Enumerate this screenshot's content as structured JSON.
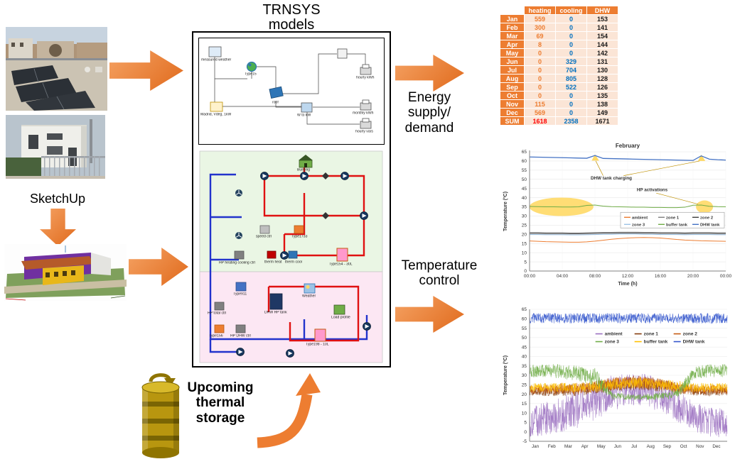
{
  "labels": {
    "trnsys_line1": "TRNSYS",
    "trnsys_line2": "models",
    "sketchup": "SketchUp",
    "energy_line1": "Energy",
    "energy_line2": "supply/",
    "energy_line3": "demand",
    "temp_line1": "Temperature",
    "temp_line2": "control",
    "storage_line1": "Upcoming",
    "storage_line2": "thermal",
    "storage_line3": "storage"
  },
  "table": {
    "headers": [
      "",
      "heating",
      "cooling",
      "DHW"
    ],
    "rows": [
      {
        "month": "Jan",
        "heating": 559,
        "cooling": 0,
        "dhw": 153
      },
      {
        "month": "Feb",
        "heating": 300,
        "cooling": 0,
        "dhw": 141
      },
      {
        "month": "Mar",
        "heating": 69,
        "cooling": 0,
        "dhw": 154
      },
      {
        "month": "Apr",
        "heating": 8,
        "cooling": 0,
        "dhw": 144
      },
      {
        "month": "May",
        "heating": 0,
        "cooling": 0,
        "dhw": 142
      },
      {
        "month": "Jun",
        "heating": 0,
        "cooling": 329,
        "dhw": 131
      },
      {
        "month": "Jul",
        "heating": 0,
        "cooling": 704,
        "dhw": 130
      },
      {
        "month": "Aug",
        "heating": 0,
        "cooling": 805,
        "dhw": 128
      },
      {
        "month": "Sep",
        "heating": 0,
        "cooling": 522,
        "dhw": 126
      },
      {
        "month": "Oct",
        "heating": 0,
        "cooling": 0,
        "dhw": 135
      },
      {
        "month": "Nov",
        "heating": 115,
        "cooling": 0,
        "dhw": 138
      },
      {
        "month": "Dec",
        "heating": 569,
        "cooling": 0,
        "dhw": 149
      }
    ],
    "sum": {
      "month": "SUM",
      "heating": 1618,
      "cooling": 2358,
      "dhw": 1671
    }
  },
  "schematic_top": {
    "labels": [
      "measured weather",
      "Type15",
      "Madrid, Vdeg, 1kW",
      "roof",
      "W to kW",
      "hourly kWh",
      "monthly kWh",
      "hourly vars"
    ]
  },
  "schematic_bottom": {
    "labels": [
      "Building",
      "speed ctrl",
      "Type1733",
      "HP heating cooling ctrl",
      "therm heat",
      "therm cool",
      "Type154 - 30L",
      "Type911",
      "HP total ctrl",
      "Type156",
      "HP DHW ctrl",
      "DHW HP tank",
      "Weather",
      "Load profile",
      "Type198 - 10L"
    ]
  },
  "chart_data": [
    {
      "type": "line",
      "title": "February",
      "ylabel": "Temperature (ºC)",
      "xlabel": "Time (h)",
      "ylim": [
        0,
        65
      ],
      "yticks": [
        0,
        5,
        10,
        15,
        20,
        25,
        30,
        35,
        40,
        45,
        50,
        55,
        60,
        65
      ],
      "xtick_labels": [
        "00:00",
        "04:00",
        "08:00",
        "12:00",
        "16:00",
        "20:00",
        "00:00"
      ],
      "annotations": [
        "DHW tank charging",
        "HP activations"
      ],
      "legend": [
        "ambient",
        "zone 1",
        "zone 2",
        "zone 3",
        "buffer tank",
        "DHW tank"
      ],
      "series": [
        {
          "name": "ambient",
          "color": "#ED7D31",
          "values": [
            16.4,
            16.2,
            16.0,
            15.9,
            15.8,
            15.7,
            15.7,
            15.9,
            16.3,
            16.8,
            17.3,
            17.7,
            18.0,
            18.2,
            18.3,
            18.2,
            18.0,
            17.6,
            17.2,
            16.9,
            16.7,
            16.5,
            16.4,
            16.3,
            16.2
          ]
        },
        {
          "name": "zone 1",
          "color": "#808080",
          "values": [
            21.0,
            21.0,
            20.9,
            20.9,
            20.9,
            20.8,
            20.8,
            20.9,
            21.0,
            21.1,
            21.1,
            21.2,
            21.2,
            21.2,
            21.1,
            21.1,
            21.0,
            21.0,
            21.0,
            20.9,
            21.0,
            21.0,
            21.0,
            20.9,
            20.9
          ]
        },
        {
          "name": "zone 2",
          "color": "#404040",
          "values": [
            20.5,
            20.5,
            20.4,
            20.4,
            20.4,
            20.3,
            20.3,
            20.4,
            20.5,
            20.6,
            20.6,
            20.7,
            20.7,
            20.7,
            20.6,
            20.6,
            20.5,
            20.5,
            20.5,
            20.4,
            20.5,
            20.5,
            20.5,
            20.4,
            20.4
          ]
        },
        {
          "name": "zone 3",
          "color": "#9DC3E6",
          "values": [
            19.9,
            19.9,
            19.8,
            19.8,
            19.8,
            19.7,
            19.7,
            19.8,
            19.9,
            20.0,
            20.0,
            20.1,
            20.1,
            20.1,
            20.0,
            20.0,
            19.9,
            19.9,
            19.9,
            19.8,
            19.9,
            19.9,
            19.9,
            19.8,
            19.8
          ]
        },
        {
          "name": "buffer tank",
          "color": "#70AD47",
          "values": [
            35.2,
            35.1,
            35.0,
            35.0,
            34.9,
            34.9,
            35.0,
            35.8,
            36.0,
            35.4,
            35.1,
            35.0,
            34.9,
            34.8,
            34.8,
            34.7,
            34.7,
            34.6,
            34.6,
            34.8,
            35.9,
            36.0,
            35.3,
            35.1,
            35.0
          ]
        },
        {
          "name": "DHW tank",
          "color": "#4472C4",
          "values": [
            62.2,
            62.1,
            62.0,
            61.9,
            61.8,
            61.7,
            61.6,
            61.5,
            63.0,
            61.4,
            61.3,
            61.2,
            61.1,
            61.0,
            60.9,
            60.8,
            60.7,
            60.6,
            60.5,
            60.4,
            60.3,
            62.8,
            61.0,
            60.7,
            60.5
          ]
        }
      ]
    },
    {
      "type": "line-noisy",
      "title": "",
      "ylabel": "Temperature (ºC)",
      "xlabel": "",
      "ylim": [
        -5,
        65
      ],
      "yticks": [
        -5,
        0,
        5,
        10,
        15,
        20,
        25,
        30,
        35,
        40,
        45,
        50,
        55,
        60,
        65
      ],
      "months": [
        "Jan",
        "Feb",
        "Mar",
        "Apr",
        "May",
        "Jun",
        "Jul",
        "Aug",
        "Sep",
        "Oct",
        "Nov",
        "Dec"
      ],
      "legend": [
        "ambient",
        "zone 1",
        "zone 2",
        "zone 3",
        "buffer tank",
        "DHW tank"
      ],
      "series": [
        {
          "name": "ambient",
          "color": "#9A6FC0",
          "monthly_range": [
            [
              -3,
              14
            ],
            [
              -2,
              16
            ],
            [
              0,
              19
            ],
            [
              2,
              23
            ],
            [
              6,
              27
            ],
            [
              11,
              30
            ],
            [
              14,
              31
            ],
            [
              14,
              31
            ],
            [
              10,
              28
            ],
            [
              5,
              22
            ],
            [
              0,
              16
            ],
            [
              -3,
              13
            ]
          ]
        },
        {
          "name": "zone 1",
          "color": "#843C0C",
          "monthly_range": [
            [
              19,
              24
            ],
            [
              19,
              24
            ],
            [
              19,
              25
            ],
            [
              19,
              26
            ],
            [
              20,
              27
            ],
            [
              21,
              28
            ],
            [
              22,
              29
            ],
            [
              22,
              29
            ],
            [
              21,
              28
            ],
            [
              20,
              26
            ],
            [
              19,
              24
            ],
            [
              19,
              24
            ]
          ]
        },
        {
          "name": "zone 2",
          "color": "#C55A11",
          "monthly_range": [
            [
              20,
              25
            ],
            [
              20,
              25
            ],
            [
              20,
              26
            ],
            [
              20,
              26
            ],
            [
              21,
              27
            ],
            [
              22,
              29
            ],
            [
              23,
              30
            ],
            [
              23,
              30
            ],
            [
              22,
              28
            ],
            [
              20,
              26
            ],
            [
              20,
              25
            ],
            [
              20,
              25
            ]
          ]
        },
        {
          "name": "buffer tank",
          "color": "#FFC000",
          "monthly_range": [
            [
              21,
              26
            ],
            [
              21,
              26
            ],
            [
              21,
              26
            ],
            [
              21,
              26
            ],
            [
              21,
              27
            ],
            [
              22,
              28
            ],
            [
              23,
              29
            ],
            [
              23,
              29
            ],
            [
              22,
              28
            ],
            [
              21,
              27
            ],
            [
              21,
              26
            ],
            [
              21,
              26
            ]
          ]
        },
        {
          "name": "zone 3",
          "color": "#70AD47",
          "monthly_range": [
            [
              29,
              36
            ],
            [
              29,
              36
            ],
            [
              28,
              36
            ],
            [
              27,
              35
            ],
            [
              24,
              34
            ],
            [
              17,
              21
            ],
            [
              17,
              20
            ],
            [
              17,
              20
            ],
            [
              17,
              21
            ],
            [
              18,
              23
            ],
            [
              28,
              35
            ],
            [
              29,
              36
            ]
          ]
        },
        {
          "name": "DHW tank",
          "color": "#3355CC",
          "monthly_range": [
            [
              57.5,
              63
            ],
            [
              57.5,
              63
            ],
            [
              57.5,
              63
            ],
            [
              57.5,
              63
            ],
            [
              57.5,
              63
            ],
            [
              57.5,
              63
            ],
            [
              57.5,
              63
            ],
            [
              57.5,
              63
            ],
            [
              57.5,
              63
            ],
            [
              57.5,
              63
            ],
            [
              57.5,
              63
            ],
            [
              57.5,
              63
            ]
          ]
        }
      ]
    }
  ]
}
